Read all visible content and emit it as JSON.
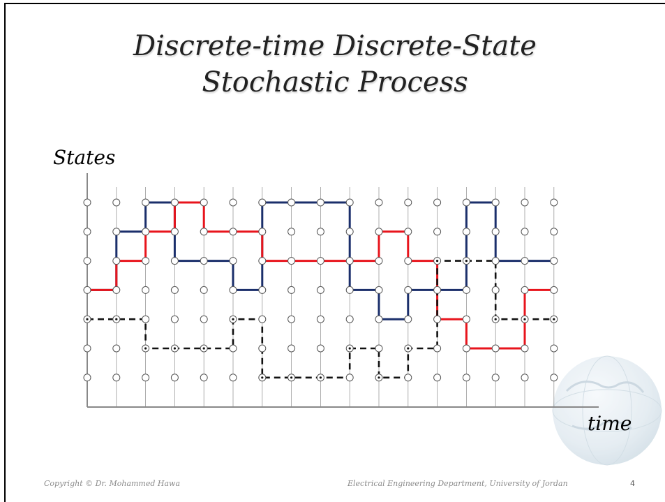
{
  "slide": {
    "title_line1": "Discrete-time Discrete-State",
    "title_line2": "Stochastic Process",
    "y_axis_label": "States",
    "x_axis_label": "time",
    "footer_left": "Copyright © Dr. Mohammed Hawa",
    "footer_right": "Electrical Engineering Department, University of Jordan",
    "page_number": "4"
  },
  "diagram": {
    "time_steps": [
      1,
      2,
      3,
      4,
      5,
      6,
      7,
      8,
      9,
      10,
      11,
      12,
      13,
      14,
      15,
      16,
      17
    ],
    "states": [
      1,
      2,
      3,
      4,
      5,
      6,
      7
    ],
    "paths": [
      {
        "id": "blue-path",
        "color": "#1b2f6b",
        "style": "solid",
        "values": [
          4,
          6,
          7,
          5,
          5,
          4,
          7,
          7,
          7,
          4,
          3,
          4,
          4,
          7,
          5,
          5,
          5
        ]
      },
      {
        "id": "red-path",
        "color": "#e8141c",
        "style": "solid",
        "values": [
          4,
          5,
          6,
          7,
          6,
          6,
          5,
          5,
          5,
          5,
          6,
          5,
          3,
          2,
          2,
          4,
          4
        ]
      },
      {
        "id": "black-dashed-path",
        "color": "#111111",
        "style": "dashed",
        "values": [
          3,
          3,
          2,
          2,
          2,
          3,
          1,
          1,
          1,
          2,
          1,
          2,
          5,
          5,
          3,
          3,
          3
        ]
      }
    ]
  }
}
